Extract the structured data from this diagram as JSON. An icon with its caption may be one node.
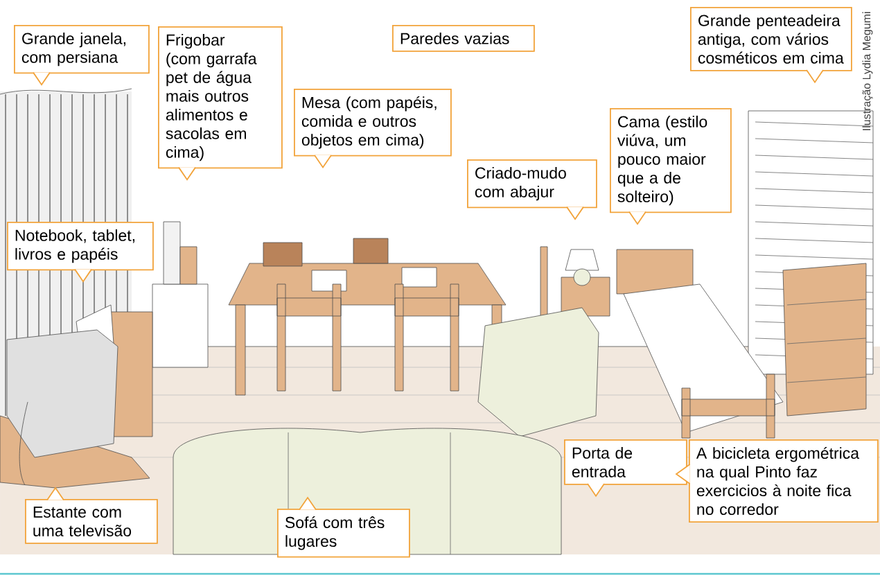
{
  "diagram": {
    "nodes": [
      {
        "text": [
          "Grande janela, com persiana"
        ]
      },
      {
        "text": [
          "Frigobar (com garrafa pet de água mais outros alimentos e sacolas em cima)"
        ]
      },
      {
        "text": [
          "Paredes vazias"
        ]
      },
      {
        "text": [
          "Mesa (com papéis, comida e outros objetos em cima)"
        ]
      },
      {
        "text": [
          "Criado-mudo com abajur"
        ]
      },
      {
        "text": [
          "Cama (estilo viúva, um pouco maior que a de solteiro)"
        ]
      },
      {
        "text": [
          "Grande penteadeira antiga, com vários cosméticos em cima"
        ]
      },
      {
        "text": [
          "Notebook, tablet, livros e papéis"
        ]
      },
      {
        "text": [
          "Estante com uma televisão"
        ]
      },
      {
        "text": [
          "Sofá com três lugares"
        ]
      },
      {
        "text": [
          "Porta de entrada"
        ]
      },
      {
        "text": [
          "A bicicleta ergométrica na qual Pinto faz exercicios à noite fica no corredor"
        ]
      }
    ],
    "labels": [
      "Ilustração Lydia Megumi"
    ]
  }
}
